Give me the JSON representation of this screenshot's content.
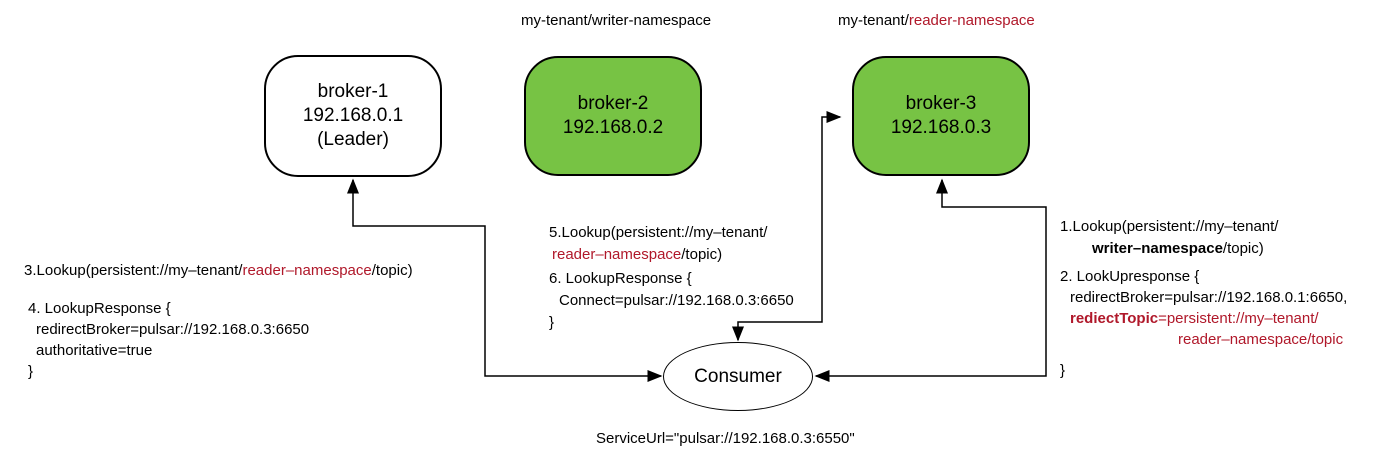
{
  "namespaces": {
    "writer": {
      "prefix": "my-tenant/writer-namespace",
      "suffix": ""
    },
    "reader": {
      "prefix": "my-tenant/",
      "suffix": "reader-namespace"
    }
  },
  "brokers": [
    {
      "name": "broker-1",
      "ip": "192.168.0.1",
      "role": "(Leader)",
      "color": "#ffffff"
    },
    {
      "name": "broker-2",
      "ip": "192.168.0.2",
      "color": "#77c344"
    },
    {
      "name": "broker-3",
      "ip": "192.168.0.3",
      "color": "#77c344"
    }
  ],
  "consumer": {
    "label": "Consumer",
    "service_url": "ServiceUrl=\"pulsar://192.168.0.3:6550\""
  },
  "left_messages": {
    "step3": {
      "prefix": "3.Lookup(persistent://my–tenant/",
      "ns": "reader–namespace",
      "suffix": "/topic)"
    },
    "step4": {
      "line1": "4. LookupResponse {",
      "line2": "redirectBroker=pulsar://192.168.0.3:6650",
      "line3": "authoritative=true",
      "line4": "}"
    }
  },
  "middle_messages": {
    "step5": {
      "line1": "5.Lookup(persistent://my–tenant/",
      "ns": "reader–namespace",
      "suffix": "/topic)"
    },
    "step6": {
      "line1": "6. LookupResponse {",
      "line2": "Connect=pulsar://192.168.0.3:6650",
      "line3": "}"
    }
  },
  "right_messages": {
    "step1": {
      "line1": "1.Lookup(persistent://my–tenant/",
      "ns": "writer–namespace",
      "suffix": "/topic)"
    },
    "step2": {
      "line1": "2. LookUpresponse {",
      "line2": "redirectBroker=pulsar://192.168.0.1:6650,",
      "key": "rediectTopic",
      "value": "=persistent://my–tenant/",
      "line4": "reader–namespace/topic",
      "line5": "}"
    }
  },
  "colors": {
    "accent_red": "#b0182a",
    "broker_green": "#77c344"
  }
}
